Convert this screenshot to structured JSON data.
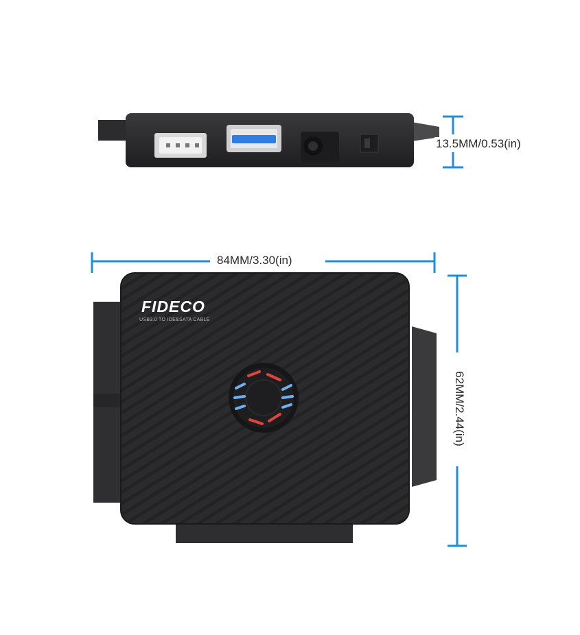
{
  "product": {
    "brand": "FIDECO",
    "subtitle": "USB3.0 TO IDE&SATA CABLE"
  },
  "dimensions": {
    "thickness": "13.5MM/0.53(in)",
    "width": "84MM/3.30(in)",
    "height": "62MM/2.44(in)"
  },
  "colors": {
    "dimension_line": "#1c8fd8",
    "device_body": "#2a2a2c",
    "usb_port_blue": "#2f7fe0",
    "fan_red": "#e0453a",
    "fan_blue": "#6fb0f0"
  }
}
